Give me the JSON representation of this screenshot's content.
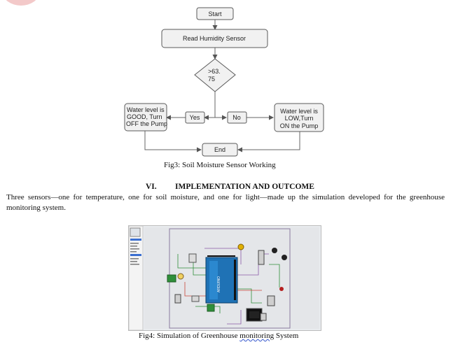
{
  "flowchart": {
    "start": "Start",
    "read_sensor": "Read Humidity Sensor",
    "decision_line1": ">63.",
    "decision_line2": "75",
    "yes": "Yes",
    "no": "No",
    "good_line1": "Water level is",
    "good_line2": "GOOD, Turn",
    "good_line3": "OFF the Pump",
    "low_line1": "Water level is",
    "low_line2": "LOW,Turn",
    "low_line3": "ON the Pump",
    "end": "End"
  },
  "fig3_caption": "Fig3: Soil Moisture Sensor Working",
  "section": {
    "number": "VI.",
    "title": "IMPLEMENTATION AND OUTCOME"
  },
  "paragraph": "Three sensors—one for temperature, one for soil moisture, and one for light—made up the simulation developed for the greenhouse monitoring system.",
  "fig4_caption": {
    "prefix": "Fig4: Simulation of Greenhouse ",
    "underlined": "monitoring",
    "suffix": " System"
  },
  "colors": {
    "box_fill": "#f1f1f1",
    "box_stroke": "#5a5a5a",
    "arduino": "#1f72b5",
    "wire_green": "#2f8f3a",
    "wire_purple": "#8a5aa8",
    "wire_red": "#c8483a"
  }
}
